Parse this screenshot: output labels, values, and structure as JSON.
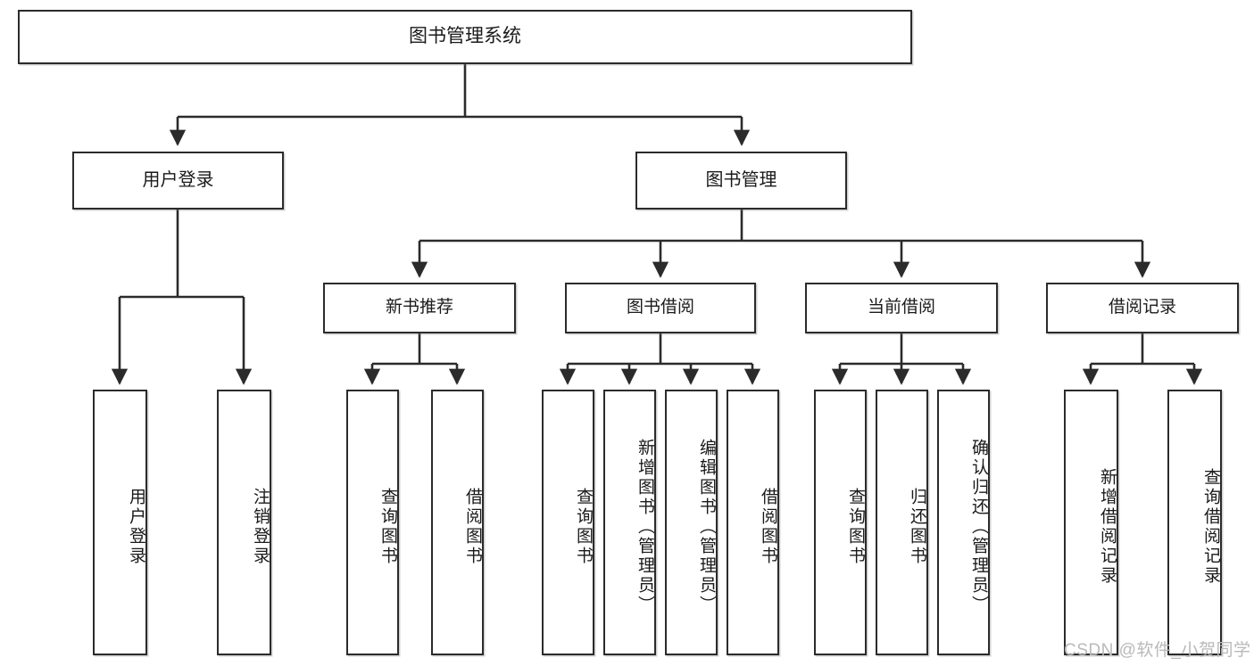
{
  "diagram": {
    "title": "图书管理系统",
    "type": "tree-hierarchy-chart",
    "orientation": "top-down"
  },
  "root": {
    "id": "root",
    "label": "图书管理系统"
  },
  "level2": [
    {
      "id": "user-login",
      "label": "用户登录"
    },
    {
      "id": "book-manage",
      "label": "图书管理"
    }
  ],
  "level3": [
    {
      "id": "new-book-rec",
      "label": "新书推荐"
    },
    {
      "id": "book-borrow",
      "label": "图书借阅"
    },
    {
      "id": "current-borrow",
      "label": "当前借阅"
    },
    {
      "id": "borrow-record",
      "label": "借阅记录"
    }
  ],
  "leaves": {
    "user_login": [
      {
        "id": "leaf-user-login",
        "label": "用户登录"
      },
      {
        "id": "leaf-logout-login",
        "label": "注销登录"
      }
    ],
    "new_book_rec": [
      {
        "id": "leaf-query-book-1",
        "label": "查询图书"
      },
      {
        "id": "leaf-borrow-book-1",
        "label": "借阅图书"
      }
    ],
    "book_borrow": [
      {
        "id": "leaf-query-book-2",
        "label": "查询图书"
      },
      {
        "id": "leaf-add-book",
        "label": "新增图书（管理员）"
      },
      {
        "id": "leaf-edit-book",
        "label": "编辑图书（管理员）"
      },
      {
        "id": "leaf-borrow-book-2",
        "label": "借阅图书"
      }
    ],
    "current_borrow": [
      {
        "id": "leaf-query-book-3",
        "label": "查询图书"
      },
      {
        "id": "leaf-return-book",
        "label": "归还图书"
      },
      {
        "id": "leaf-confirm-return",
        "label": "确认归还（管理员）"
      }
    ],
    "borrow_record": [
      {
        "id": "leaf-add-record",
        "label": "新增借阅记录"
      },
      {
        "id": "leaf-query-record",
        "label": "查询借阅记录"
      }
    ]
  },
  "watermark": {
    "text": "CSDN @软件_小贺同学"
  },
  "colors": {
    "stroke": "#2b2b2b",
    "fill": "#ffffff",
    "text": "#1a1a1a",
    "watermark": "#b9b9b9"
  }
}
